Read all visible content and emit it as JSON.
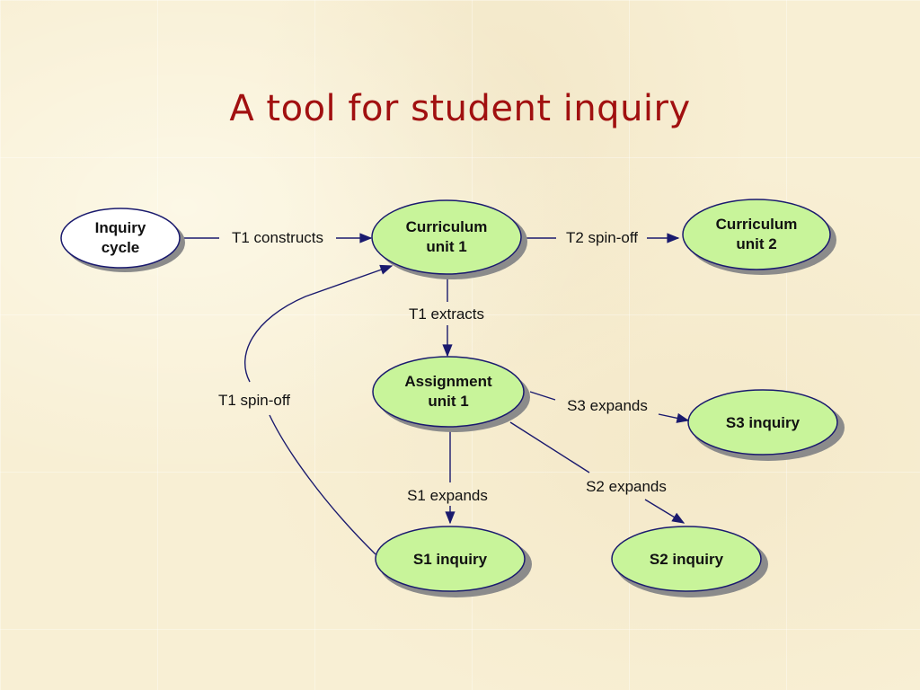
{
  "slide": {
    "title": "A tool for student inquiry"
  },
  "nodes": {
    "inquiry_cycle": {
      "lines": [
        "Inquiry",
        "cycle"
      ],
      "fill": "#ffffff"
    },
    "curriculum_unit_1": {
      "lines": [
        "Curriculum",
        "unit 1"
      ],
      "fill": "#c8f49a"
    },
    "curriculum_unit_2": {
      "lines": [
        "Curriculum",
        "unit 2"
      ],
      "fill": "#c8f49a"
    },
    "assignment_unit_1": {
      "lines": [
        "Assignment",
        "unit 1"
      ],
      "fill": "#c8f49a"
    },
    "s3_inquiry": {
      "lines": [
        "S3 inquiry"
      ],
      "fill": "#c8f49a"
    },
    "s1_inquiry": {
      "lines": [
        "S1 inquiry"
      ],
      "fill": "#c8f49a"
    },
    "s2_inquiry": {
      "lines": [
        "S2 inquiry"
      ],
      "fill": "#c8f49a"
    }
  },
  "edges": {
    "t1_constructs": {
      "label": "T1 constructs"
    },
    "t2_spin_off": {
      "label": "T2 spin-off"
    },
    "t1_extracts": {
      "label": "T1 extracts"
    },
    "s3_expands": {
      "label": "S3 expands"
    },
    "s2_expands": {
      "label": "S2 expands"
    },
    "s1_expands": {
      "label": "S1 expands"
    },
    "t1_spin_off": {
      "label": "T1 spin-off"
    }
  },
  "colors": {
    "title": "#a11010",
    "node_stroke": "#1a1a6e",
    "edge": "#1a1a6e",
    "shadow": "#8b8b8b"
  }
}
